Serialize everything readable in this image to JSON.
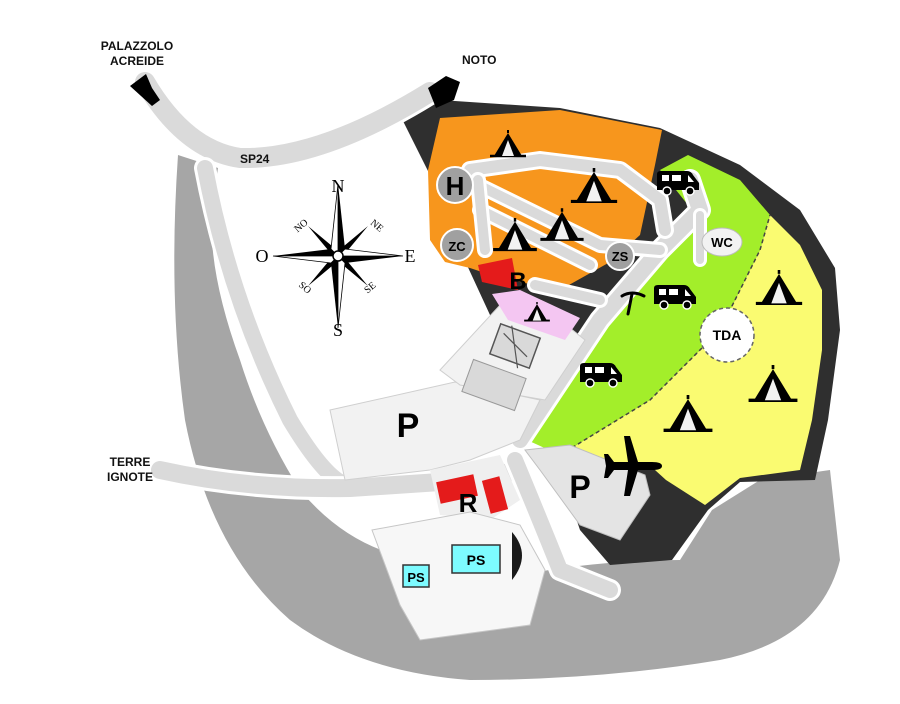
{
  "roads": {
    "palazzolo_line1": "PALAZZOLO",
    "palazzolo_line2": "ACREIDE",
    "noto": "NOTO",
    "sp24": "SP24",
    "terre_line1": "TERRE",
    "terre_line2": "IGNOTE"
  },
  "compass": {
    "n": "N",
    "s": "S",
    "e": "E",
    "o": "O",
    "ne": "NE",
    "no": "NO",
    "se": "SE",
    "so": "SO"
  },
  "areas": {
    "h": "H",
    "zc": "ZC",
    "zs": "ZS",
    "b": "B",
    "wc": "WC",
    "tda": "TDA",
    "p_north": "P",
    "p_south": "P",
    "r": "R",
    "ps_large": "PS",
    "ps_small": "PS"
  },
  "colors": {
    "orange_zone": "#f7961d",
    "green_zone": "#a3ee2a",
    "yellow_zone": "#fafb71",
    "dark_border": "#2f2f2f",
    "grey_land": "#a6a6a6",
    "road": "#dadada",
    "pool": "#7dfbff",
    "red": "#e41b1b",
    "pink": "#f4c6f2"
  },
  "icons": [
    "tent-icon",
    "camper-icon",
    "plane-icon",
    "pickaxe-icon",
    "tennis-court-icon",
    "arrow-icon",
    "compass-rose-icon"
  ]
}
